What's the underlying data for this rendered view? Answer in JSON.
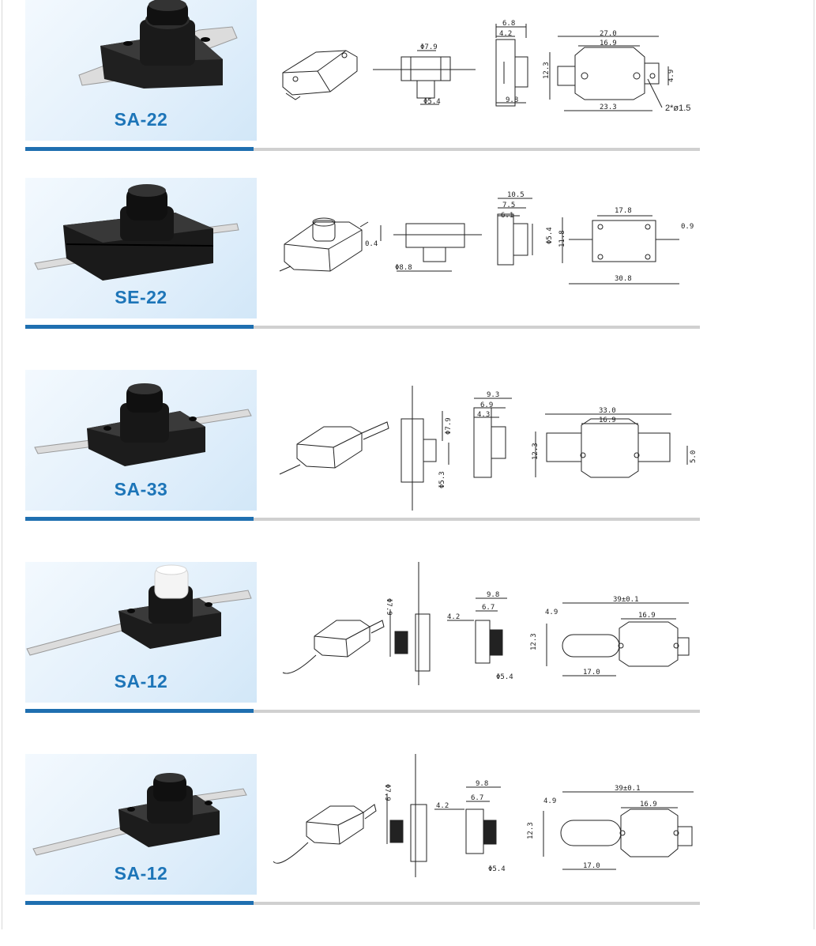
{
  "products": [
    {
      "model": "SA-22",
      "dimensions": {
        "body_dia": "Φ7.9",
        "btn_dia": "Φ5.4",
        "d1": "6.8",
        "d2": "4.2",
        "depth": "9.8",
        "height": "12.3",
        "length": "27.0",
        "pitch": "16.9",
        "inner": "23.3",
        "hole": "2*ø1.5",
        "tab": "4.9"
      }
    },
    {
      "model": "SE-22",
      "dimensions": {
        "gap": "0.4",
        "btn_dia": "Φ8.8",
        "d1": "10.5",
        "d2": "7.5",
        "d3": "6.1",
        "side_dia": "Φ5.4",
        "height": "11.8",
        "pitch": "17.8",
        "tab": "0.9",
        "length": "30.8"
      }
    },
    {
      "model": "SA-33",
      "dimensions": {
        "body_dia": "Φ7.9",
        "btn_dia": "Φ5.3",
        "d1": "9.3",
        "d2": "6.9",
        "d3": "4.3",
        "length": "33.0",
        "pitch": "16.9",
        "height": "12.3",
        "tab": "5.0"
      }
    },
    {
      "model": "SA-12",
      "variant": "white-button",
      "dimensions": {
        "body_dia": "Φ7.9",
        "offset": "4.2",
        "d1": "9.8",
        "d2": "6.7",
        "btn_dia": "Φ5.4",
        "length": "39±0.1",
        "tab": "4.9",
        "pitch": "16.9",
        "height": "12.3",
        "slot": "17.0"
      }
    },
    {
      "model": "SA-12",
      "variant": "black-button",
      "dimensions": {
        "body_dia": "Φ7.9",
        "offset": "4.2",
        "d1": "9.8",
        "d2": "6.7",
        "btn_dia": "Φ5.4",
        "length": "39±0.1",
        "tab": "4.9",
        "pitch": "16.9",
        "height": "12.3",
        "slot": "17.0"
      }
    }
  ],
  "colors": {
    "label": "#1d75b8",
    "rule_blue": "#1f6fb0",
    "rule_gray": "#d0d0d0",
    "photo_bg": "#e3f0fb"
  }
}
